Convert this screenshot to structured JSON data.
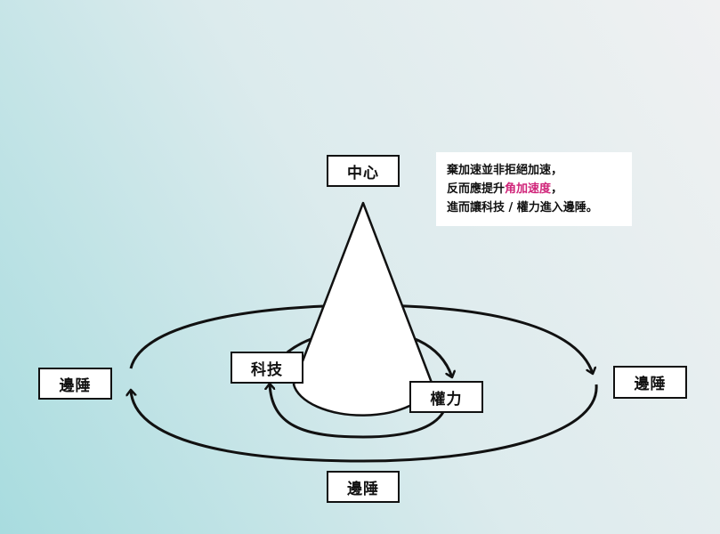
{
  "labels": {
    "center": "中心",
    "tech": "科技",
    "power": "權力",
    "edge_left": "邊陲",
    "edge_right": "邊陲",
    "edge_bottom": "邊陲"
  },
  "note": {
    "line1": "棄加速並非拒絕加速，",
    "line2_prefix": "反而應提升",
    "line2_highlight": "角加速度",
    "line2_suffix": "，",
    "line3": "進而讓科技 / 權力進入邊陲。"
  },
  "colors": {
    "highlight": "#d0257a",
    "stroke": "#111111",
    "box_fill": "#ffffff"
  }
}
